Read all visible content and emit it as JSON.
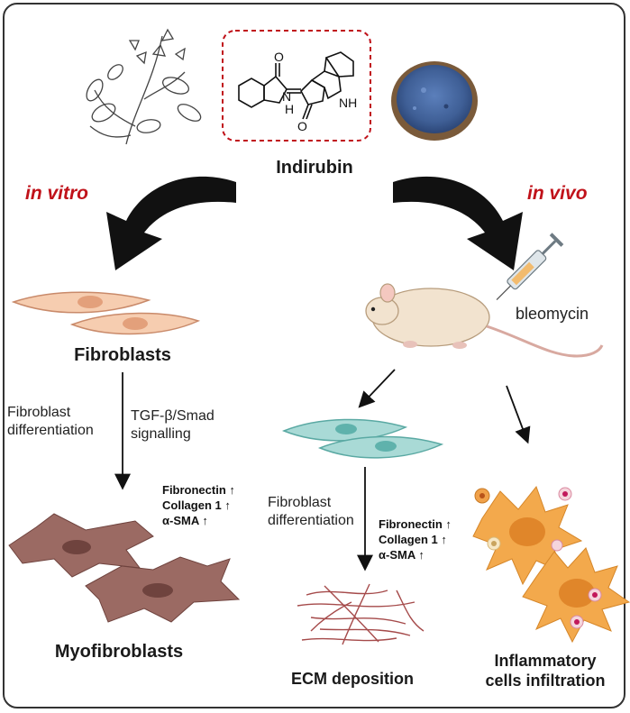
{
  "compound": {
    "name": "Indirubin"
  },
  "routes": {
    "left": "in vitro",
    "right": "in vivo"
  },
  "in_vitro": {
    "cell": "Fibroblasts",
    "process_line1": "Fibroblast",
    "process_line2": "differentiation",
    "pathway_line1": "TGF-β/Smad",
    "pathway_line2": "signalling",
    "markers": [
      "Fibronectin ↑",
      "Collagen 1 ↑",
      "α-SMA ↑"
    ],
    "outcome": "Myofibroblasts"
  },
  "in_vivo": {
    "agent": "bleomycin",
    "process_line1": "Fibroblast",
    "process_line2": "differentiation",
    "markers": [
      "Fibronectin ↑",
      "Collagen 1 ↑",
      "α-SMA ↑"
    ],
    "outcome_ecm": "ECM deposition",
    "outcome_inflam_line1": "Inflammatory",
    "outcome_inflam_line2": "cells infiltration"
  },
  "colors": {
    "accent_red": "#c0121a",
    "fibroblast_left": "#f6cdb0",
    "fibroblast_right": "#a9dad6",
    "myofibroblast": "#9b6a63",
    "inflammatory_cell": "#f3a94c",
    "powder": "#4f6fa8"
  },
  "icons": {
    "plant": "plant-icon",
    "molecule": "indirubin-structure-icon",
    "powder": "indigo-powder-icon",
    "mouse": "mouse-icon",
    "syringe": "syringe-icon"
  }
}
